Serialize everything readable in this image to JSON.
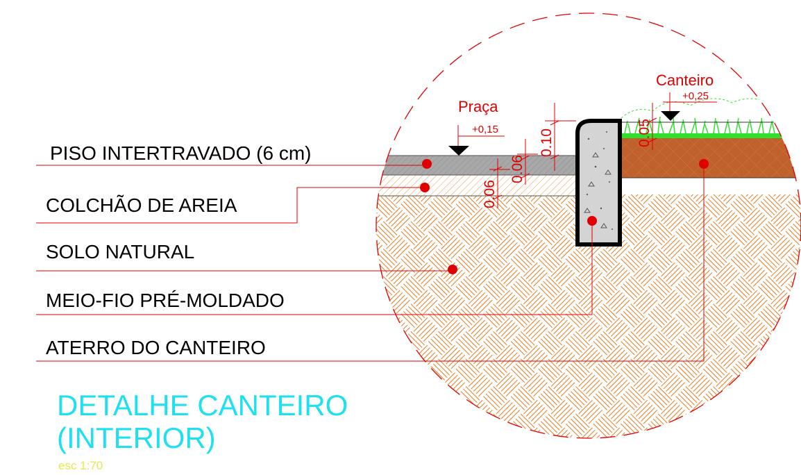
{
  "layers": [
    "PISO INTERTRAVADO (6 cm)",
    "COLCHÃO DE AREIA",
    "SOLO NATURAL",
    "MEIO-FIO  PRÉ-MOLDADO",
    "ATERRO DO CANTEIRO"
  ],
  "levels": {
    "praca_name": "Praça",
    "praca_level": "+0,15",
    "canteiro_name": "Canteiro",
    "canteiro_level": "+0,25"
  },
  "dimensions": {
    "paver": "0.06",
    "sand": "0.06",
    "curb_reveal": "0.10",
    "canteiro_step": "0.05"
  },
  "title_line1": "DETALHE CANTEIRO",
  "title_line2": "(INTERIOR)",
  "scale_note": "esc  1:70",
  "colors": {
    "title": "#1ee0f0",
    "annotation": "#e00000",
    "soil_hatch": "#e07a1e",
    "aterro": "#c0602a",
    "grass": "#2ee02e",
    "paver": "#a8a8a8",
    "curb": "#d4d4d4",
    "scale": "#e8e84a"
  }
}
